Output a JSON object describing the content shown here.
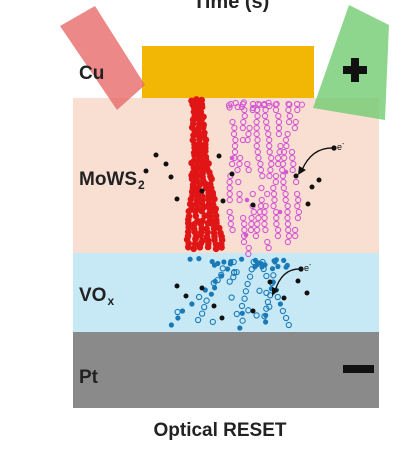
{
  "top_partial_text": "Time (s)",
  "layers": {
    "cu": {
      "label": "Cu",
      "color": "#f2b705"
    },
    "mows2": {
      "label": "MoWS",
      "sub": "2",
      "color": "#f9dfd2"
    },
    "vox": {
      "label": "VO",
      "sub": "x",
      "color": "#c7e9f6"
    },
    "pt": {
      "label": "Pt",
      "color": "#8a8a8a"
    }
  },
  "probes": {
    "left": {
      "color": "#e86a6a"
    },
    "right": {
      "color": "#72cc72",
      "sign": "plus"
    },
    "bottom_sign": "minus"
  },
  "electron_label": "e",
  "electron_sup": "-",
  "caption": "Optical RESET",
  "colors": {
    "filament_red": "#e01515",
    "pink_vacancy": "#d35ad3",
    "blue_vacancy": "#1a7ab8",
    "dot_black": "#111111"
  }
}
